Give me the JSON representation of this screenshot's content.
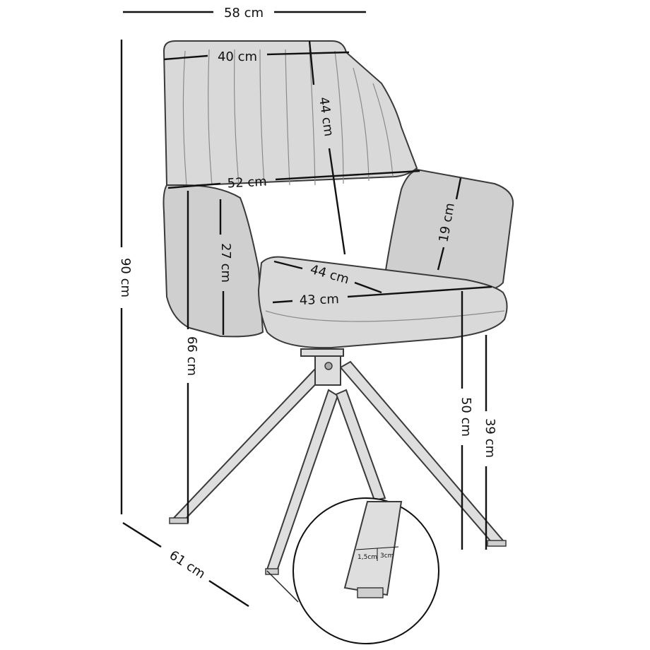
{
  "diagram": {
    "dimensions": {
      "width_top": "58 cm",
      "backrest_width": "40 cm",
      "backrest_height": "44 cm",
      "seat_width_at_arms": "52 cm",
      "armrest_height": "19 cm",
      "side_height": "27 cm",
      "seat_depth": "44 cm",
      "seat_width": "43 cm",
      "total_height": "90 cm",
      "armrest_floor_height": "66 cm",
      "seat_floor_height_front": "50 cm",
      "seat_floor_height": "39 cm",
      "depth": "61 cm"
    },
    "leg_detail": {
      "thickness_a": "1,5cm",
      "thickness_b": "3cm"
    }
  }
}
